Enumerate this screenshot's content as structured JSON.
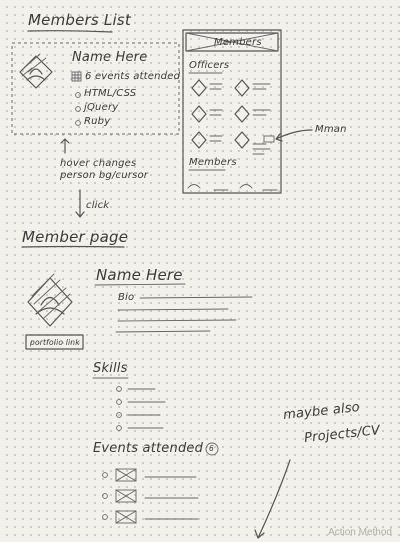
{
  "members_list": {
    "title": "Members List",
    "card": {
      "name": "Name Here",
      "events": "6 events attended",
      "skills": [
        "HTML/CSS",
        "jQuery",
        "Ruby"
      ]
    },
    "hover_note_line1": "hover changes",
    "hover_note_line2": "person bg/cursor",
    "click_note": "click"
  },
  "mobile": {
    "header": "Members",
    "officers_label": "Officers",
    "members_label": "Members",
    "callout": "Mman"
  },
  "member_page": {
    "title": "Member page",
    "name": "Name Here",
    "bio_label": "Bio",
    "portfolio_link": "portfolio link",
    "skills_label": "Skills",
    "events_label": "Events attended",
    "events_count": "6"
  },
  "note": {
    "line1": "maybe also",
    "line2": "Projects/CV"
  },
  "brand": "Action Method"
}
